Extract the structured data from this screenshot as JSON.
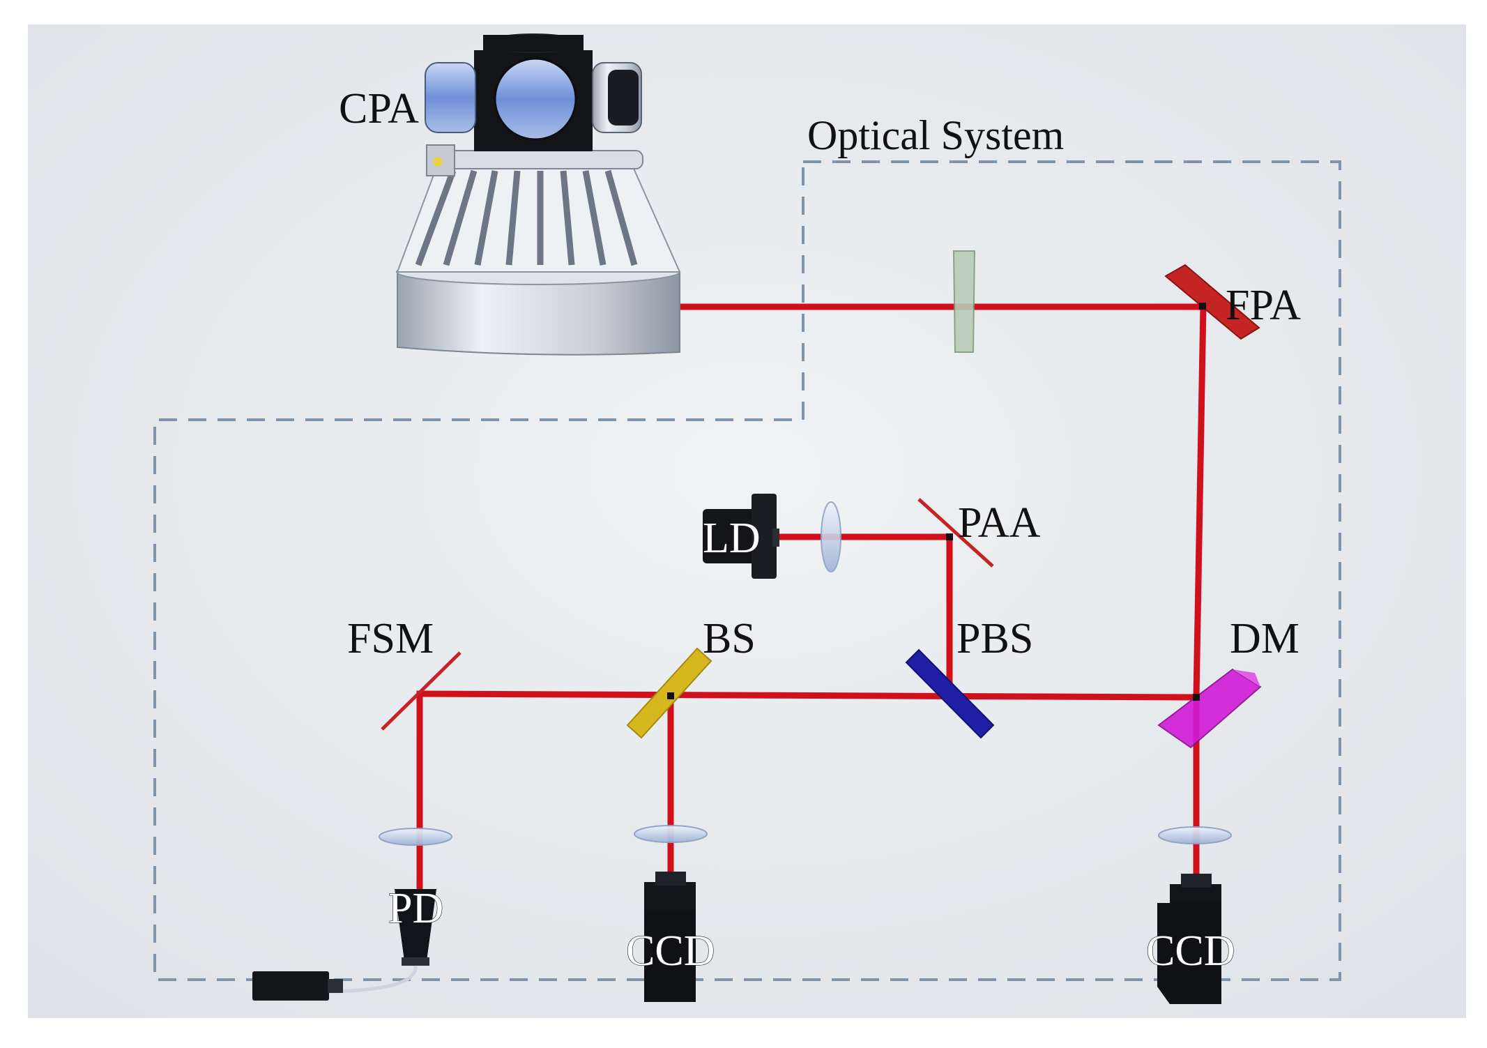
{
  "diagram": {
    "title": "Optical System",
    "labels": {
      "cpa": "CPA",
      "fpa": "FPA",
      "ld": "LD",
      "paa": "PAA",
      "fsm": "FSM",
      "bs": "BS",
      "pbs": "PBS",
      "dm": "DM",
      "pd": "PD",
      "ccd_left": "CCD",
      "ccd_right": "CCD"
    },
    "colors": {
      "background": "#e6e9ec",
      "beam": "#d0101a",
      "dashed_box": "#7f93ab",
      "fpa_mirror": "#c42424",
      "bs_plate": "#d6b81e",
      "pbs_plate": "#1f1fa6",
      "dm_prism": "#d21ad6",
      "detector": "#101010",
      "cpa_body": "#cfd5de"
    }
  }
}
